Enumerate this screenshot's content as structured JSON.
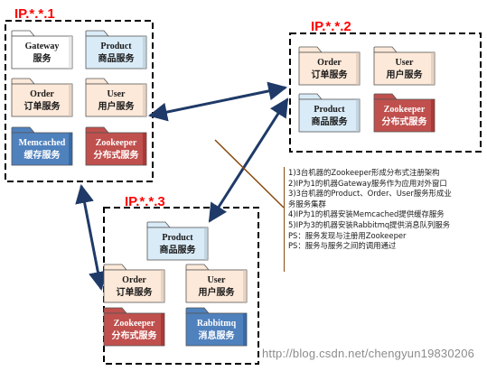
{
  "groups": [
    {
      "id": "g1",
      "ip": "IP.*.*.1"
    },
    {
      "id": "g2",
      "ip": "IP.*.*.2"
    },
    {
      "id": "g3",
      "ip": "IP.*.*.3"
    }
  ],
  "nodes": {
    "g1_gateway": {
      "line1": "Gateway",
      "line2": "服务",
      "color": "#ffffff"
    },
    "g1_product": {
      "line1": "Product",
      "line2": "商品服务",
      "color": "#d9ebf7"
    },
    "g1_order": {
      "line1": "Order",
      "line2": "订单服务",
      "color": "#fde9d9"
    },
    "g1_user": {
      "line1": "User",
      "line2": "用户服务",
      "color": "#fde9d9"
    },
    "g1_memcached": {
      "line1": "Memcached",
      "line2": "缓存服务",
      "color": "#4f81bd"
    },
    "g1_zookeeper": {
      "line1": "Zookeeper",
      "line2": "分布式服务",
      "color": "#c0504d"
    },
    "g2_order": {
      "line1": "Order",
      "line2": "订单服务",
      "color": "#fde9d9"
    },
    "g2_user": {
      "line1": "User",
      "line2": "用户服务",
      "color": "#fde9d9"
    },
    "g2_product": {
      "line1": "Product",
      "line2": "商品服务",
      "color": "#d9ebf7"
    },
    "g2_zookeeper": {
      "line1": "Zookeeper",
      "line2": "分布式服务",
      "color": "#c0504d"
    },
    "g3_product": {
      "line1": "Product",
      "line2": "商品服务",
      "color": "#d9ebf7"
    },
    "g3_order": {
      "line1": "Order",
      "line2": "订单服务",
      "color": "#fde9d9"
    },
    "g3_user": {
      "line1": "User",
      "line2": "用户服务",
      "color": "#fde9d9"
    },
    "g3_zookeeper": {
      "line1": "Zookeeper",
      "line2": "分布式服务",
      "color": "#c0504d"
    },
    "g3_rabbitmq": {
      "line1": "Rabbitmq",
      "line2": "消息服务",
      "color": "#4f81bd"
    }
  },
  "notes": [
    "1)3台机器的Zookeeper形成分布式注册架构",
    "2)IP为1的机器Gateway服务作为应用对外窗口",
    "3)3台机器的Product、Order、User服务形成业",
    "务服务集群",
    "4)IP为1的机器安装Memcached提供缓存服务",
    "5)IP为3的机器安装Rabbitmq提供消息队列服务",
    "PS：服务发现与注册用Zookeeper",
    "PS：服务与服务之间的调用通过"
  ],
  "colors": {
    "ip": "#ff0000",
    "arrow": "#1f3a68",
    "callout": "#8a4a0e"
  },
  "watermark": "http://blog.csdn.net/chengyun19830206"
}
